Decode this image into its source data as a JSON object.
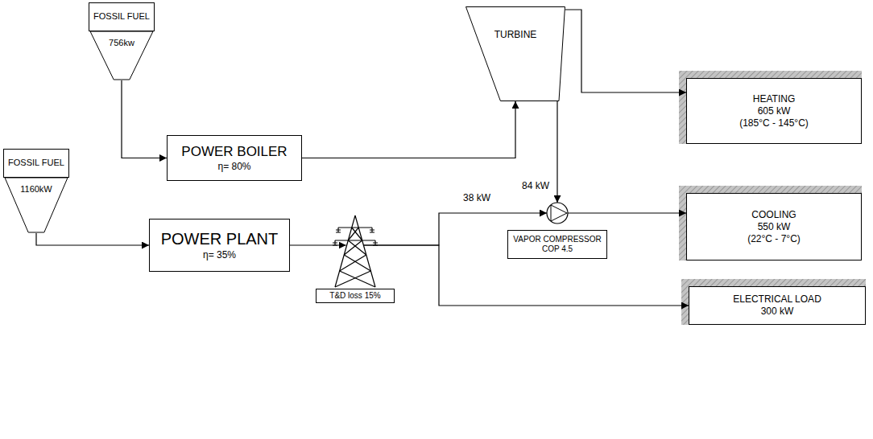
{
  "diagram": {
    "nodes": [
      {
        "text": [
          "FOSSIL FUEL",
          "756kw"
        ]
      },
      {
        "text": [
          "POWER BOILER",
          "η= 80%"
        ]
      },
      {
        "text": [
          "TURBINE"
        ]
      },
      {
        "text": [
          "HEATING",
          "605 kW",
          "(185°C - 145°C)"
        ]
      },
      {
        "text": [
          "FOSSIL FUEL",
          "1160kW"
        ]
      },
      {
        "text": [
          "POWER PLANT",
          "η= 35%"
        ]
      },
      {
        "text": [
          "T&D loss 15%"
        ]
      },
      {
        "text": [
          "VAPOR COMPRESSOR",
          "COP 4.5"
        ]
      },
      {
        "text": [
          "COOLING",
          "550 kW",
          "(22°C - 7°C)"
        ]
      },
      {
        "text": [
          "ELECTRICAL LOAD",
          "300 kW"
        ]
      }
    ],
    "edges": [
      {
        "from": 0,
        "to": 1,
        "arrow": "to"
      },
      {
        "from": 1,
        "to": 2,
        "arrow": "to"
      },
      {
        "from": 2,
        "to": 3,
        "arrow": "to"
      },
      {
        "from": 2,
        "to": 7,
        "label": "84 kW",
        "arrow": "to"
      },
      {
        "from": 4,
        "to": 5,
        "arrow": "to"
      },
      {
        "from": 5,
        "to": 6,
        "arrow": "to"
      },
      {
        "from": 6,
        "to": 7,
        "label": "38 kW",
        "arrow": "to"
      },
      {
        "from": 7,
        "to": 8,
        "arrow": "to"
      },
      {
        "from": 6,
        "to": 9,
        "arrow": "to"
      }
    ]
  }
}
